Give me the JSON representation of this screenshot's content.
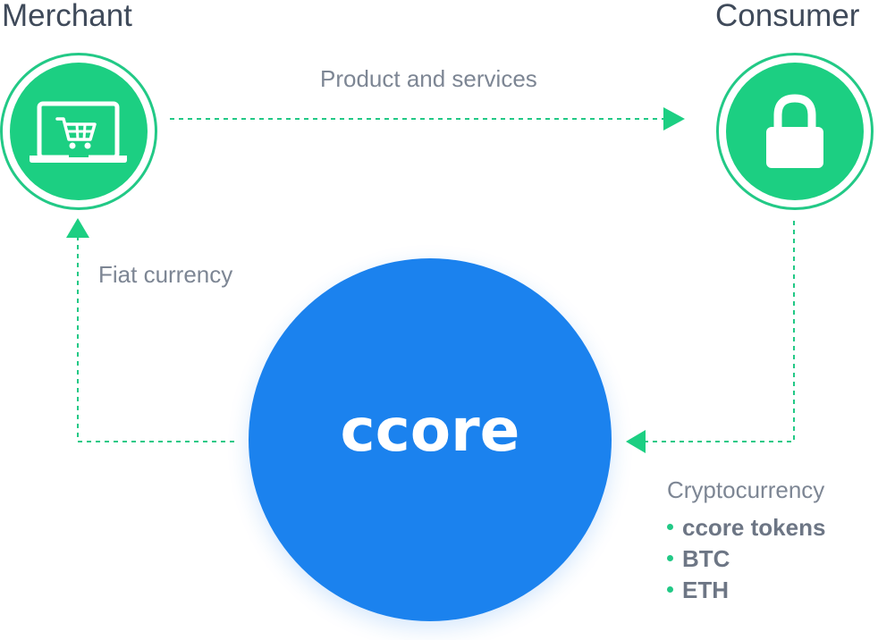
{
  "merchant": {
    "title": "Merchant",
    "icon": "laptop-cart-icon"
  },
  "consumer": {
    "title": "Consumer",
    "icon": "lock-icon"
  },
  "center": {
    "label": "ccore",
    "color": "#1b82ee"
  },
  "flows": {
    "product_services": "Product and services",
    "fiat_currency": "Fiat currency",
    "cryptocurrency": "Cryptocurrency"
  },
  "crypto_items": [
    "ccore tokens",
    "BTC",
    "ETH"
  ],
  "colors": {
    "accent_green": "#1ccf82",
    "title_text": "#3f4a5a",
    "label_text": "#7d8694"
  }
}
